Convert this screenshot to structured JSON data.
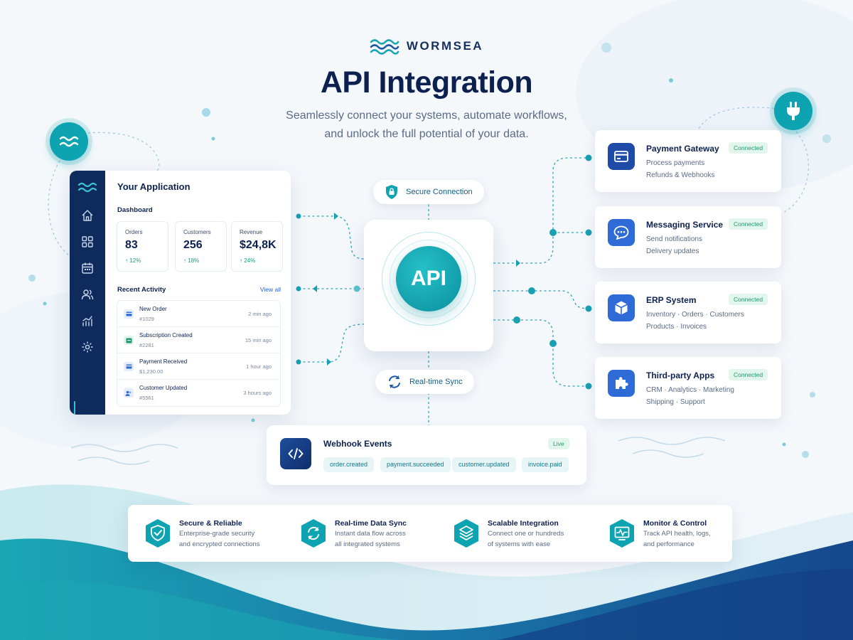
{
  "brand": {
    "name": "WORMSEA",
    "logo_icon": "wave-logo-icon"
  },
  "header": {
    "title": "API Integration",
    "subtitle_line1": "Seamlessly connect your systems, automate workflows,",
    "subtitle_line2": "and unlock the full potential of your data."
  },
  "app": {
    "title": "Your Application",
    "dashboard_label": "Dashboard",
    "sidebar_icons": [
      "home-icon",
      "grid-icon",
      "calendar-icon",
      "users-icon",
      "chart-icon",
      "gear-icon"
    ],
    "stats": [
      {
        "label": "Orders",
        "value": "83",
        "change": "↑ 12%"
      },
      {
        "label": "Customers",
        "value": "256",
        "change": "↑ 18%"
      },
      {
        "label": "Revenue",
        "value": "$24,8K",
        "change": "↑ 24%"
      }
    ],
    "recent_label": "Recent Activity",
    "view_all": "View all",
    "activity": [
      {
        "title": "New Order",
        "sub": "#1029",
        "time": "2 min ago",
        "color": "#2f6bd6"
      },
      {
        "title": "Subscription Created",
        "sub": "#2281",
        "time": "15 min ago",
        "color": "#1c9a6c"
      },
      {
        "title": "Payment Received",
        "sub": "$1,230.00",
        "time": "1 hour ago",
        "color": "#2f6bd6"
      },
      {
        "title": "Customer Updated",
        "sub": "#5561",
        "time": "3 hours ago",
        "color": "#2f6bd6"
      }
    ]
  },
  "pills": {
    "secure": "Secure Connection",
    "sync": "Real-time Sync"
  },
  "hub": {
    "label": "API"
  },
  "services": [
    {
      "title": "Payment Gateway",
      "d1": "Process payments",
      "d2": "Refunds & Webhooks",
      "status": "Connected",
      "icon": "card-icon",
      "color": "#1e4aa8"
    },
    {
      "title": "Messaging Service",
      "d1": "Send notifications",
      "d2": "Delivery updates",
      "status": "Connected",
      "icon": "chat-icon",
      "color": "#2f6bd6"
    },
    {
      "title": "ERP System",
      "d1": "Inventory · Orders · Customers",
      "d2": "Products · Invoices",
      "status": "Connected",
      "icon": "box-icon",
      "color": "#2f6bd6"
    },
    {
      "title": "Third-party Apps",
      "d1": "CRM · Analytics · Marketing",
      "d2": "Shipping · Support",
      "status": "Connected",
      "icon": "puzzle-icon",
      "color": "#2f6bd6"
    }
  ],
  "webhook": {
    "title": "Webhook Events",
    "status": "Live",
    "events": [
      "order.created",
      "payment.succeeded",
      "customer.updated",
      "invoice.paid"
    ]
  },
  "features": [
    {
      "title": "Secure & Reliable",
      "d1": "Enterprise-grade security",
      "d2": "and encrypted connections",
      "icon": "shield-check-icon"
    },
    {
      "title": "Real-time Data Sync",
      "d1": "Instant data flow across",
      "d2": "all integrated systems",
      "icon": "sync-icon"
    },
    {
      "title": "Scalable Integration",
      "d1": "Connect one or hundreds",
      "d2": "of systems with ease",
      "icon": "layers-icon"
    },
    {
      "title": "Monitor & Control",
      "d1": "Track API health, logs,",
      "d2": "and performance",
      "icon": "monitor-icon"
    }
  ],
  "colors": {
    "teal": "#0ea3b0",
    "navy": "#0f2a5c",
    "blue": "#2f6bd6",
    "success": "#1c9a6c"
  }
}
